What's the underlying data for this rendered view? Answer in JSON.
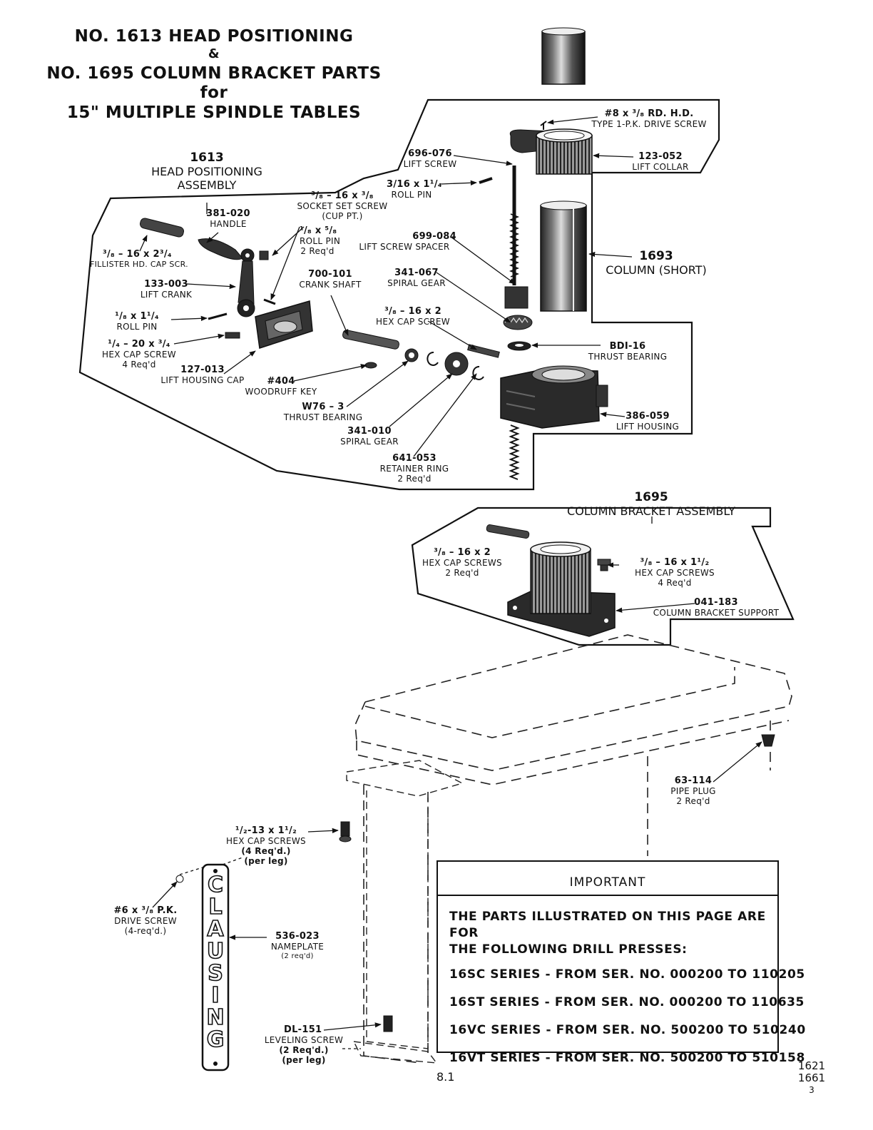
{
  "title": {
    "line1": "NO. 1613 HEAD POSITIONING",
    "line2": "&",
    "line3": "NO. 1695 COLUMN BRACKET PARTS",
    "line4": "for",
    "line5": "15\" MULTIPLE SPINDLE TABLES"
  },
  "assemblies": {
    "a1613": {
      "number": "1613",
      "line1": "HEAD POSITIONING",
      "line2": "ASSEMBLY"
    },
    "a1693": {
      "number": "1693",
      "line1": "COLUMN (SHORT)"
    },
    "a1695": {
      "number": "1695",
      "line1": "COLUMN BRACKET ASSEMBLY"
    }
  },
  "parts": {
    "p8x38": {
      "number": "#8 x ³/₈ RD. H.D.",
      "desc": "TYPE 1-P.K. DRIVE SCREW"
    },
    "p123052": {
      "number": "123-052",
      "desc": "LIFT COLLAR"
    },
    "p696076": {
      "number": "696-076",
      "desc": "LIFT SCREW"
    },
    "p316roll": {
      "number": "3/16 x 1¹/₄",
      "desc": "ROLL PIN"
    },
    "p38socket": {
      "number": "³/₈ – 16 x ³/₈",
      "desc": "SOCKET SET SCREW",
      "qty": "(CUP PT.)"
    },
    "p381020": {
      "number": "381-020",
      "desc": "HANDLE"
    },
    "p18roll": {
      "number": "¹/₈ x ⁵/₈",
      "desc": "ROLL PIN",
      "qty": "2 Req'd"
    },
    "p699084": {
      "number": "699-084",
      "desc": "LIFT SCREW SPACER"
    },
    "p38fill": {
      "number": "³/₈ – 16 x 2³/₄",
      "desc": "FILLISTER HD. CAP SCR."
    },
    "p133003": {
      "number": "133-003",
      "desc": "LIFT CRANK"
    },
    "p700101": {
      "number": "700-101",
      "desc": "CRANK SHAFT"
    },
    "p341067": {
      "number": "341-067",
      "desc": "SPIRAL GEAR"
    },
    "p18x114": {
      "number": "¹/₈ x 1¹/₄",
      "desc": "ROLL PIN"
    },
    "p38hex2": {
      "number": "³/₈ – 16 x 2",
      "desc": "HEX CAP SCREW"
    },
    "pbdi16": {
      "number": "BDI-16",
      "desc": "THRUST BEARING"
    },
    "p14hex": {
      "number": "¹/₄ – 20 x ³/₄",
      "desc": "HEX CAP SCREW",
      "qty": "4 Req'd"
    },
    "p127013": {
      "number": "127-013",
      "desc": "LIFT HOUSING CAP"
    },
    "p404": {
      "number": "#404",
      "desc": "WOODRUFF KEY"
    },
    "pw763": {
      "number": "W76 – 3",
      "desc": "THRUST BEARING"
    },
    "p341010": {
      "number": "341-010",
      "desc": "SPIRAL GEAR"
    },
    "p641053": {
      "number": "641-053",
      "desc": "RETAINER RING",
      "qty": "2 Req'd"
    },
    "p386059": {
      "number": "386-059",
      "desc": "LIFT HOUSING"
    },
    "pb38hex2": {
      "number": "³/₈ – 16 x 2",
      "desc": "HEX CAP SCREWS",
      "qty": "2 Req'd"
    },
    "pb38hex112": {
      "number": "³/₈ – 16 x 1¹/₂",
      "desc": "HEX CAP SCREWS",
      "qty": "4 Req'd"
    },
    "p041183": {
      "number": "041-183",
      "desc": "COLUMN BRACKET SUPPORT"
    },
    "p63114": {
      "number": "63-114",
      "desc": "PIPE PLUG",
      "qty": "2 Req'd"
    },
    "p12hex": {
      "number": "¹/₂-13 x 1¹/₂",
      "desc": "HEX CAP SCREWS",
      "qty": "(4 Req'd.)",
      "qty2": "(per leg)"
    },
    "p6pk": {
      "number": "#6 x ³/₈ P.K.",
      "desc": "DRIVE SCREW",
      "qty": "(4-req'd.)"
    },
    "p536023": {
      "number": "536-023",
      "desc": "NAMEPLATE",
      "qty": "(2 req'd)"
    },
    "pdl151": {
      "number": "DL-151",
      "desc": "LEVELING SCREW",
      "qty": "(2 Req'd.)",
      "qty2": "(per leg)"
    }
  },
  "nameplate_text": "CLAUSING",
  "important": {
    "heading": "IMPORTANT",
    "intro_line1": "THE PARTS ILLUSTRATED ON THIS PAGE ARE FOR",
    "intro_line2": "THE FOLLOWING DRILL PRESSES:",
    "series": [
      "16SC SERIES - FROM SER. NO. 000200 TO 110205",
      "16ST SERIES - FROM SER. NO. 000200 TO 110635",
      "16VC SERIES - FROM SER. NO. 500200 TO 510240",
      "16VT SERIES - FROM SER. NO. 500200 TO 510158"
    ]
  },
  "footer": {
    "page": "8.1",
    "ref1": "1621",
    "ref2": "1661",
    "ref3": "3"
  }
}
